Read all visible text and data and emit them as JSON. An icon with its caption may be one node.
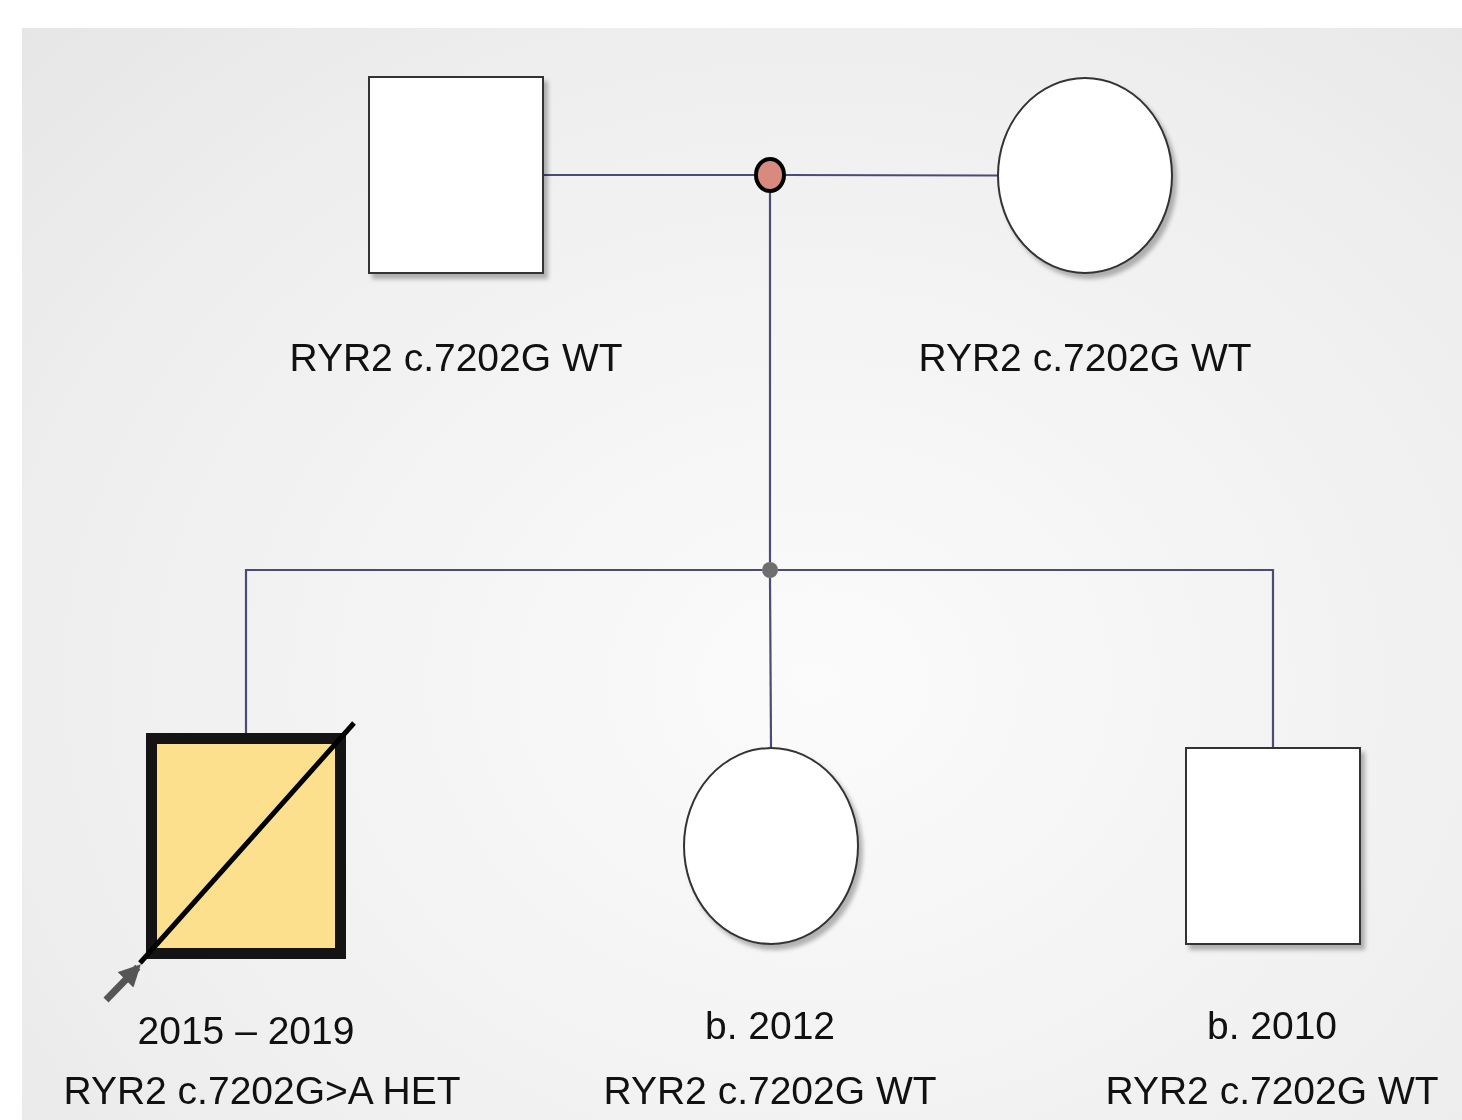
{
  "diagram": {
    "nodes": [
      {
        "text": [],
        "shape": "box",
        "beside": [
          "RYR2 c.7202G WT"
        ]
      },
      {
        "text": [],
        "shape": "circle",
        "beside": [
          "RYR2 c.7202G WT"
        ]
      },
      {
        "text": [],
        "shape": "circle"
      },
      {
        "text": [],
        "shape": "circle"
      },
      {
        "text": [],
        "shape": "box",
        "beside": [
          "2015 – 2019",
          "RYR2 c.7202G>A HET"
        ]
      },
      {
        "text": [],
        "shape": "circle",
        "beside": [
          "b. 2012",
          "RYR2 c.7202G WT"
        ]
      },
      {
        "text": [],
        "shape": "box",
        "beside": [
          "b. 2010",
          "RYR2 c.7202G WT"
        ]
      }
    ],
    "edges": [
      {
        "from": 0,
        "to": 2,
        "arrow": "none"
      },
      {
        "from": 2,
        "to": 1,
        "arrow": "none"
      },
      {
        "from": 2,
        "to": 3,
        "arrow": "none"
      },
      {
        "from": 3,
        "to": 4,
        "arrow": "none"
      },
      {
        "from": 3,
        "to": 5,
        "arrow": "none"
      },
      {
        "from": 3,
        "to": 6,
        "arrow": "none"
      },
      {
        "from": null,
        "to": 4,
        "arrow": "to",
        "style": "thick",
        "color": "#555555"
      }
    ]
  }
}
